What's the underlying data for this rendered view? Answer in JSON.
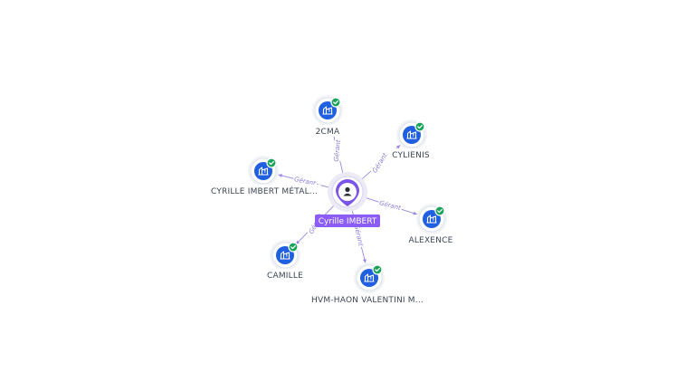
{
  "graph": {
    "center": {
      "label": "Cyrille IMBERT",
      "icon": "person-icon",
      "color": "#7b55e8"
    },
    "relation_label": "Gérant",
    "companies": [
      {
        "label": "2CMA",
        "icon": "building-icon",
        "verified": true
      },
      {
        "label": "CYLIENIS",
        "icon": "building-icon",
        "verified": true
      },
      {
        "label": "CYRILLE IMBERT MÉTAL...",
        "icon": "building-icon",
        "verified": true
      },
      {
        "label": "ALEXENCE",
        "icon": "building-icon",
        "verified": true
      },
      {
        "label": "CAMILLE",
        "icon": "building-icon",
        "verified": true
      },
      {
        "label": "HVM-HAON VALENTINI M...",
        "icon": "building-icon",
        "verified": true
      }
    ],
    "colors": {
      "company_node": "#1f5fe0",
      "verified_badge": "#1aa35a",
      "edge": "#9b84e6"
    }
  }
}
